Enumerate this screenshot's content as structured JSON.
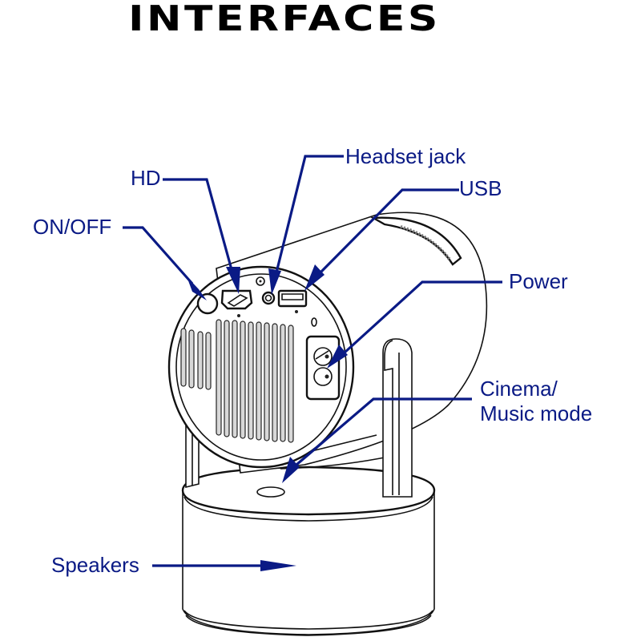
{
  "title": "INTERFACES",
  "annotation_color": "#0a1a85",
  "labels": {
    "on_off": "ON/OFF",
    "hd": "HD",
    "headset_jack": "Headset jack",
    "usb": "USB",
    "power": "Power",
    "cinema_line1": "Cinema/",
    "cinema_line2": "Music mode",
    "speakers": "Speakers"
  }
}
